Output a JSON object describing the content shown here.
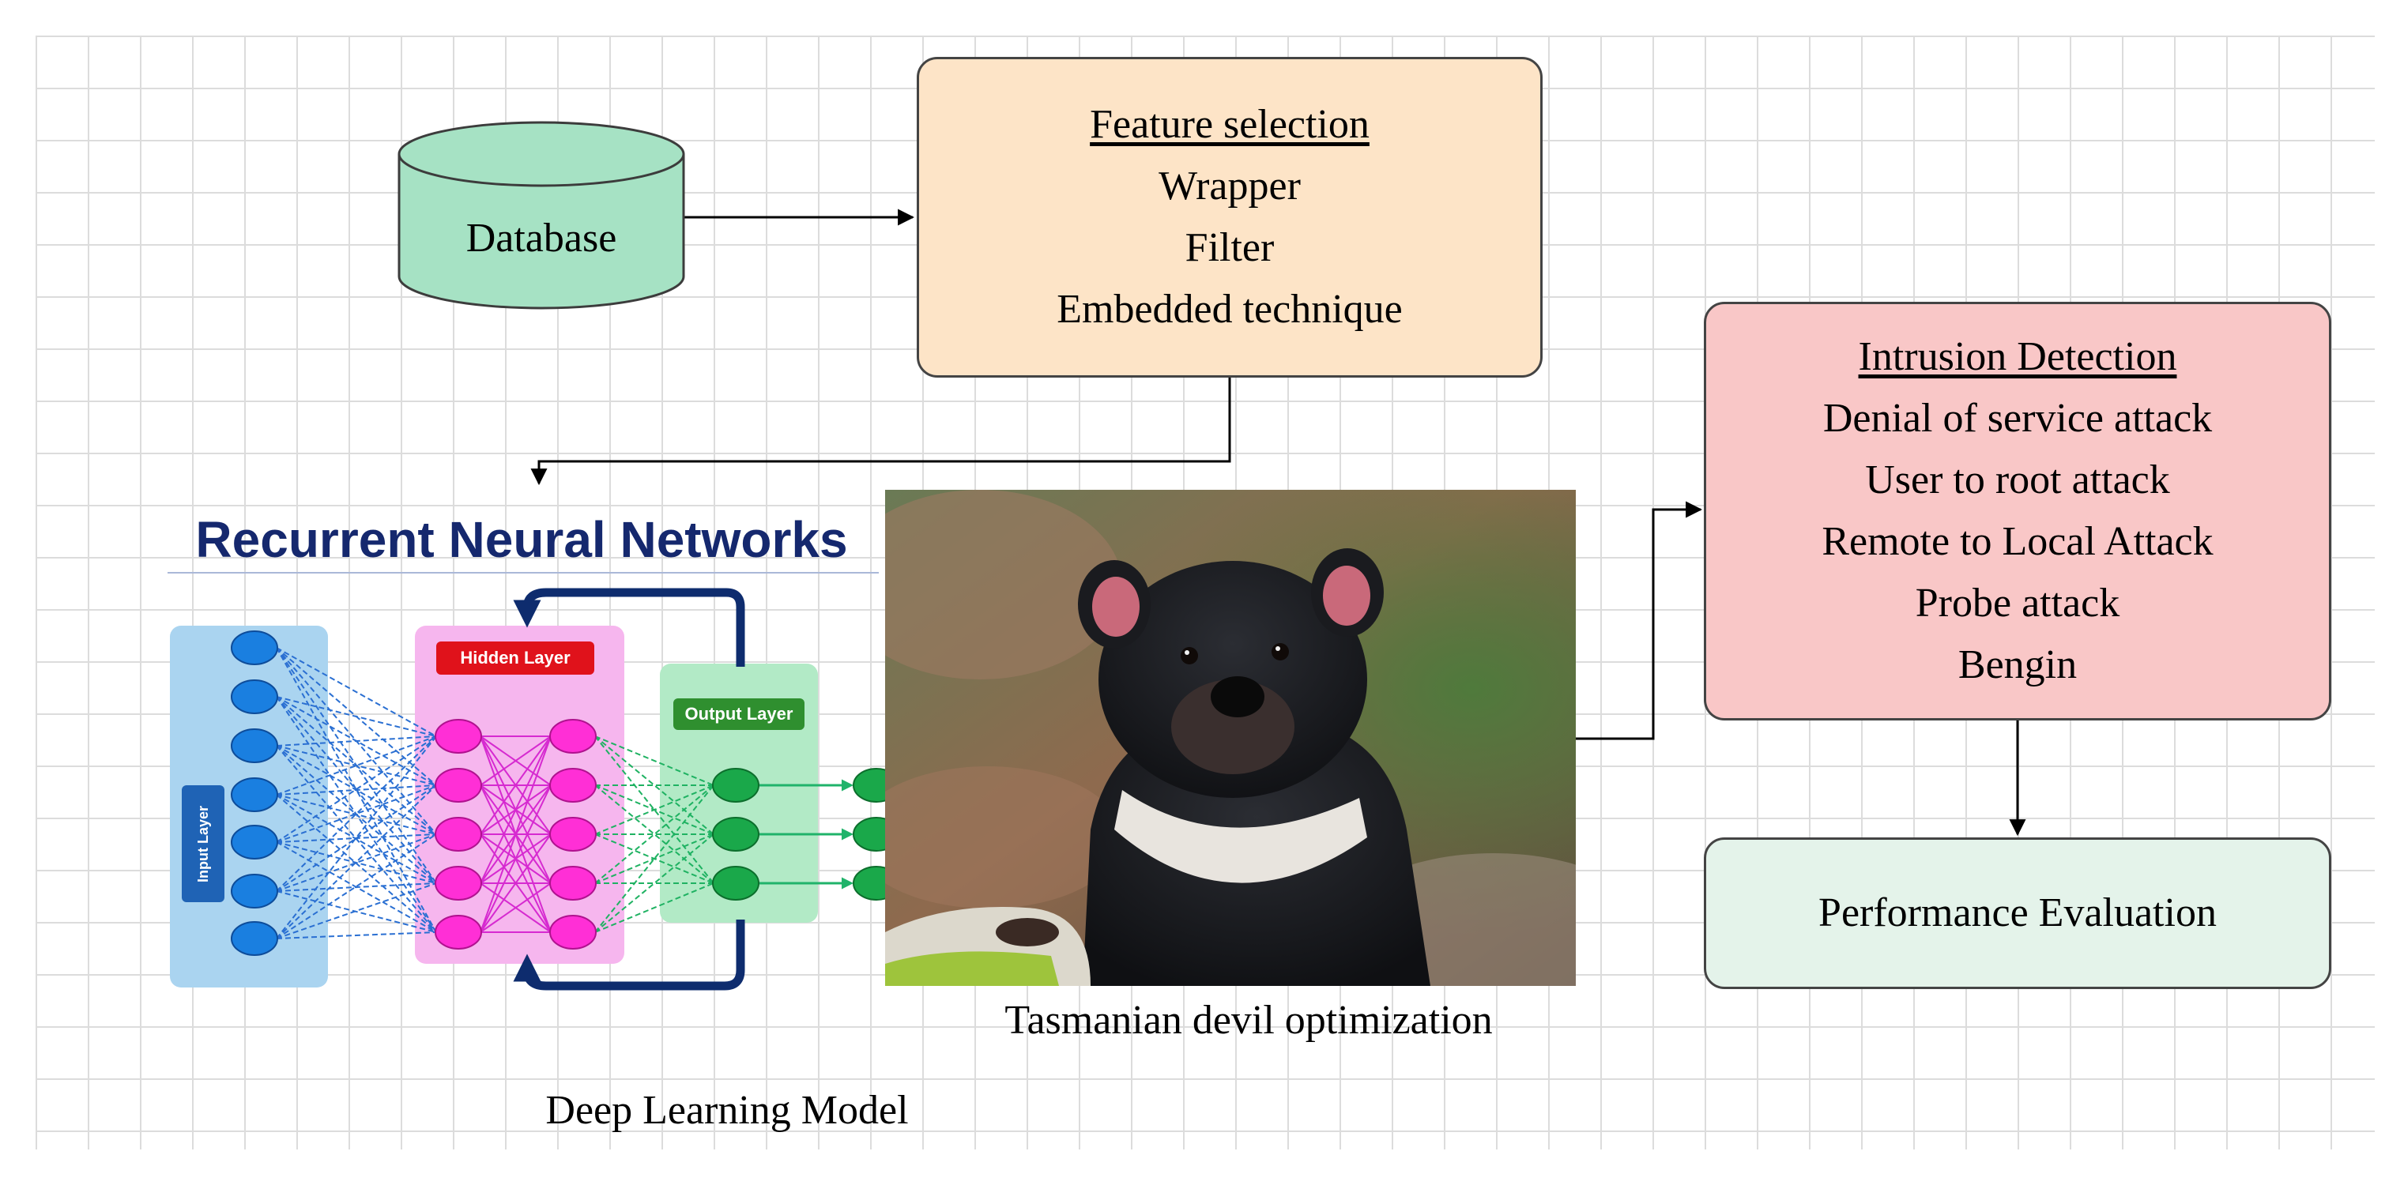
{
  "database": {
    "label": "Database"
  },
  "feature_selection": {
    "heading": "Feature selection",
    "items": [
      "Wrapper",
      "Filter",
      "Embedded technique"
    ]
  },
  "deep_learning": {
    "title": "Recurrent Neural Networks",
    "hidden_layer": "Hidden Layer",
    "output_layer": "Output Layer",
    "input_layer": "Input Layer",
    "caption": "Deep Learning Model"
  },
  "optimizer": {
    "caption": "Tasmanian devil optimization"
  },
  "intrusion_detection": {
    "heading": "Intrusion Detection",
    "items": [
      "Denial of service attack",
      "User to root attack",
      "Remote to Local Attack",
      "Probe attack",
      "Bengin"
    ]
  },
  "evaluation": {
    "label": "Performance Evaluation"
  },
  "colors": {
    "database_fill": "#a6e2c4",
    "feature_box": "#fde4c7",
    "intrusion_box": "#f9c7c7",
    "evaluation_box": "#e4f3ea",
    "rnn_title": "#15286e",
    "input_panel": "#aad4f0",
    "hidden_panel": "#f6b6ee",
    "output_panel": "#b2eac6",
    "recurrent_arrow": "#0e2c6e"
  }
}
